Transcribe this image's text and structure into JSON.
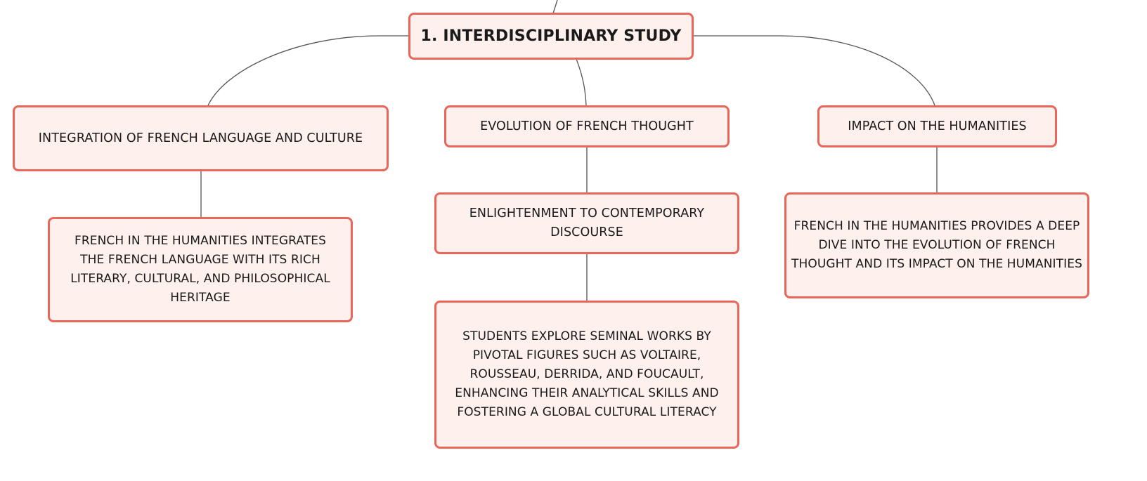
{
  "diagram": {
    "type": "mind-map",
    "colors": {
      "node_fill": "#fdf0ed",
      "node_border": "#e8675a",
      "connector": "#555555",
      "text": "#1a1a1a"
    },
    "root": {
      "label": "1. INTERDISCIPLINARY STUDY"
    },
    "branches": [
      {
        "label": "INTEGRATION OF FRENCH LANGUAGE AND CULTURE",
        "children": [
          "FRENCH IN THE HUMANITIES INTEGRATES THE FRENCH LANGUAGE WITH ITS RICH LITERARY, CULTURAL, AND PHILOSOPHICAL HERITAGE"
        ]
      },
      {
        "label": "EVOLUTION OF FRENCH THOUGHT",
        "children": [
          "ENLIGHTENMENT TO CONTEMPORARY DISCOURSE",
          "STUDENTS EXPLORE SEMINAL WORKS BY PIVOTAL FIGURES SUCH AS VOLTAIRE, ROUSSEAU, DERRIDA, AND FOUCAULT, ENHANCING THEIR ANALYTICAL SKILLS AND FOSTERING A GLOBAL CULTURAL LITERACY"
        ]
      },
      {
        "label": "IMPACT ON THE HUMANITIES",
        "children": [
          "FRENCH IN THE HUMANITIES PROVIDES A DEEP DIVE INTO THE EVOLUTION OF FRENCH THOUGHT AND ITS IMPACT ON THE HUMANITIES"
        ]
      }
    ]
  }
}
